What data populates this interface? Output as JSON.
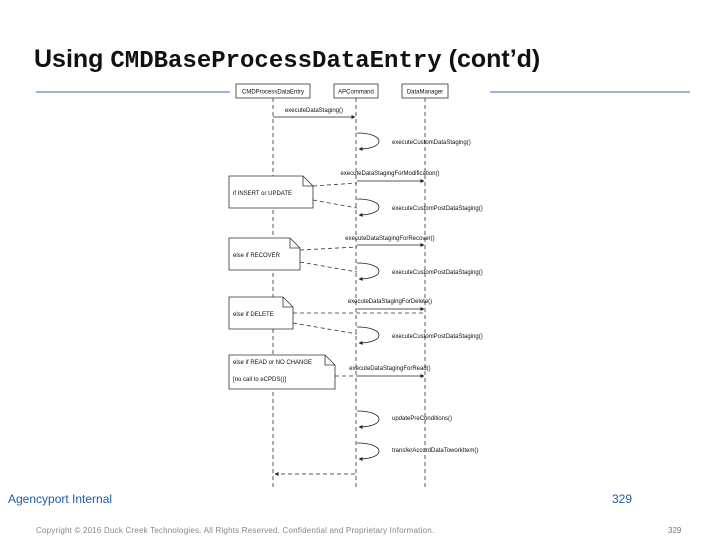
{
  "title": {
    "prefix": "Using ",
    "code": "CMDBaseProcessDataEntry",
    "suffix": " (cont’d)"
  },
  "diagram": {
    "participants": [
      "CMDProcessDataEntry",
      "APCommand",
      "DataManager"
    ],
    "messages": [
      "executeDataStaging()",
      "executeCustomDataStaging()",
      "executeDataStagingForModification()",
      "executeCustomPostDataStaging()",
      "executeDataStagingForRecover()",
      "executeCustomPostDataStaging()",
      "executeDataStagingForDelete()",
      "executeCustomPostDataStaging()",
      "executeDataStagingForRead()",
      "updatePreConditions()",
      "transferAccordDataToworkItem()"
    ],
    "notes": [
      {
        "text": "if INSERT or UPDATE"
      },
      {
        "text": "else if RECOVER"
      },
      {
        "text": "else if DELETE"
      },
      {
        "text": "else if READ or NO CHANGE",
        "text2": "[no call to eCPDS()]"
      }
    ]
  },
  "footer": {
    "left": "Agencyport Internal",
    "page": "329",
    "copyright": "Copyright © 2016 Duck Creek Technologies. All Rights Reserved. Confidential and Proprietary Information.",
    "page_number": "329"
  }
}
